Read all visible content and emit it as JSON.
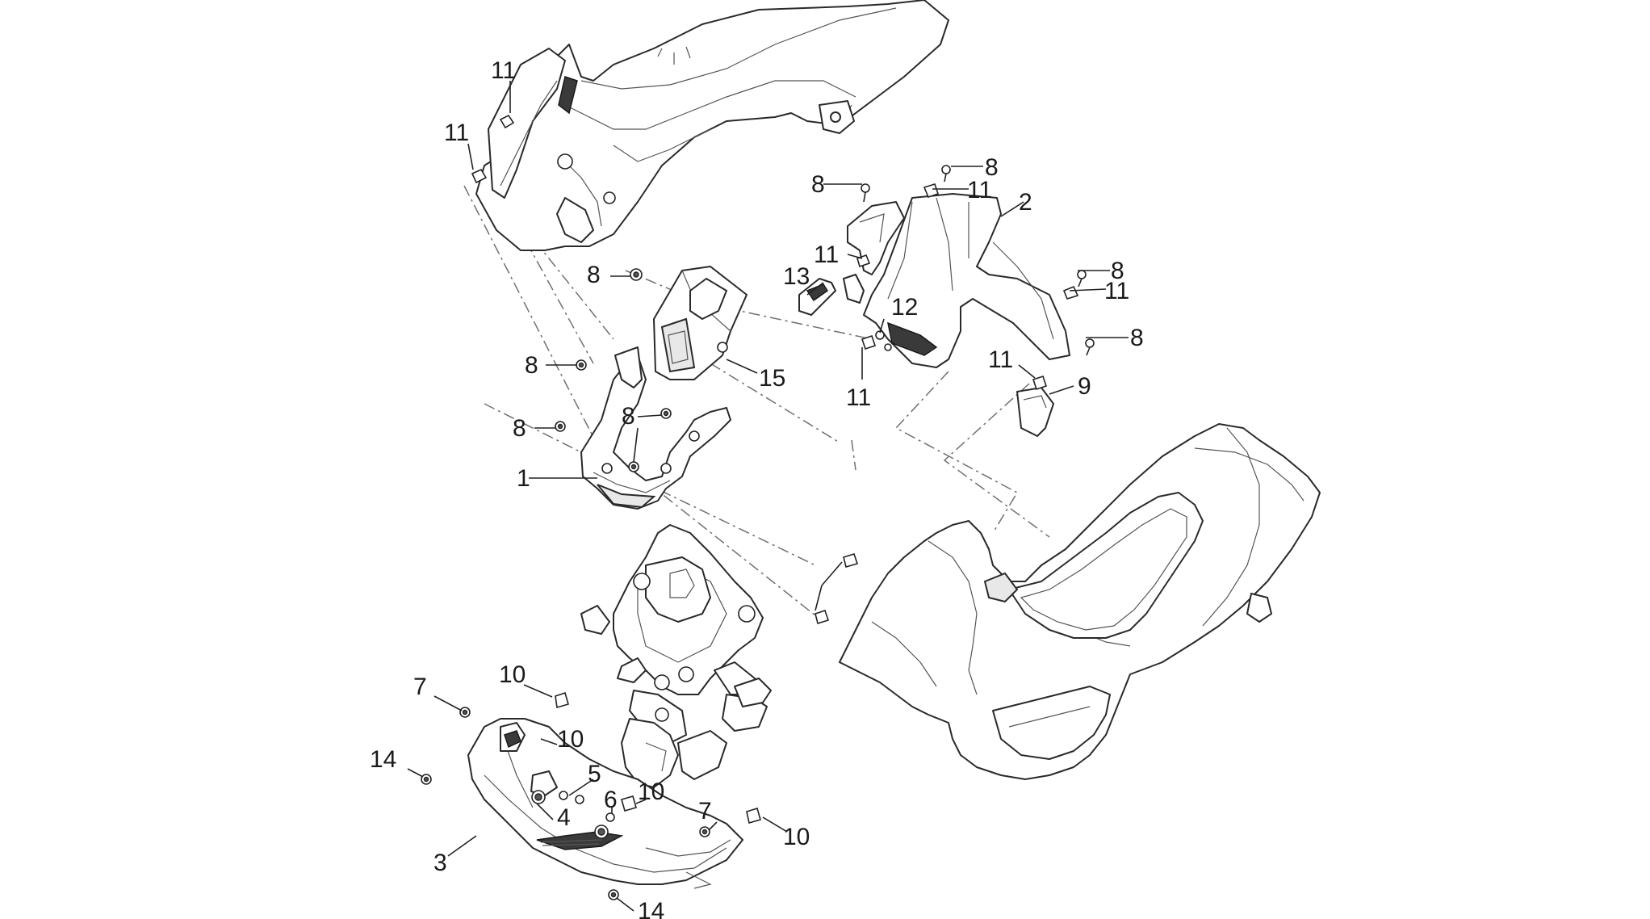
{
  "callouts": {
    "c1": "1",
    "c2": "2",
    "c3": "3",
    "c4": "4",
    "c5": "5",
    "c6": "6",
    "c7a": "7",
    "c7b": "7",
    "c8a": "8",
    "c8b": "8",
    "c8c": "8",
    "c8d": "8",
    "c8e": "8",
    "c8f": "8",
    "c8g": "8",
    "c8h": "8",
    "c9": "9",
    "c10a": "10",
    "c10b": "10",
    "c10c": "10",
    "c10d": "10",
    "c11a": "11",
    "c11b": "11",
    "c11c": "11",
    "c11d": "11",
    "c11e": "11",
    "c11f": "11",
    "c11g": "11",
    "c12": "12",
    "c13": "13",
    "c14a": "14",
    "c14b": "14",
    "c15": "15"
  }
}
